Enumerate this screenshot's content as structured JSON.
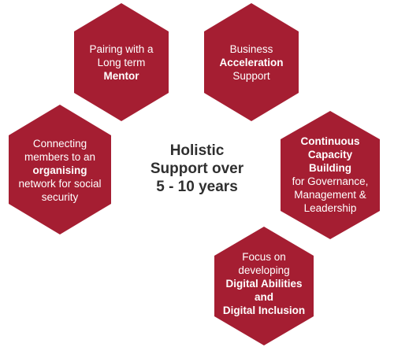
{
  "colors": {
    "hex_fill": "#a51e32",
    "text_on_hex": "#ffffff",
    "center_text": "#2f2f2f"
  },
  "center": {
    "lines": [
      "Holistic",
      "Support over",
      "5 - 10 years"
    ]
  },
  "hexagons": [
    {
      "lines": [
        {
          "text": "Pairing with a",
          "bold": false
        },
        {
          "text": "Long term",
          "bold": false
        },
        {
          "text": "Mentor",
          "bold": true
        }
      ]
    },
    {
      "lines": [
        {
          "text": "Business",
          "bold": false
        },
        {
          "text": "Acceleration",
          "bold": true
        },
        {
          "text": "Support",
          "bold": false
        }
      ]
    },
    {
      "lines": [
        {
          "text": "Connecting",
          "bold": false
        },
        {
          "text": "members to an",
          "bold": false
        },
        {
          "text": "organising",
          "bold": true
        },
        {
          "text": "network for social",
          "bold": false
        },
        {
          "text": "security",
          "bold": false
        }
      ]
    },
    {
      "lines": [
        {
          "text": "Continuous",
          "bold": true
        },
        {
          "text": "Capacity",
          "bold": true
        },
        {
          "text": "Building",
          "bold": true
        },
        {
          "text": "for Governance,",
          "bold": false
        },
        {
          "text": "Management &",
          "bold": false
        },
        {
          "text": "Leadership",
          "bold": false
        }
      ]
    },
    {
      "lines": [
        {
          "text": "Focus on",
          "bold": false
        },
        {
          "text": "developing",
          "bold": false
        },
        {
          "text": "Digital Abilities",
          "bold": true
        },
        {
          "text": "and",
          "bold": true
        },
        {
          "text": "Digital Inclusion",
          "bold": true
        }
      ]
    }
  ]
}
